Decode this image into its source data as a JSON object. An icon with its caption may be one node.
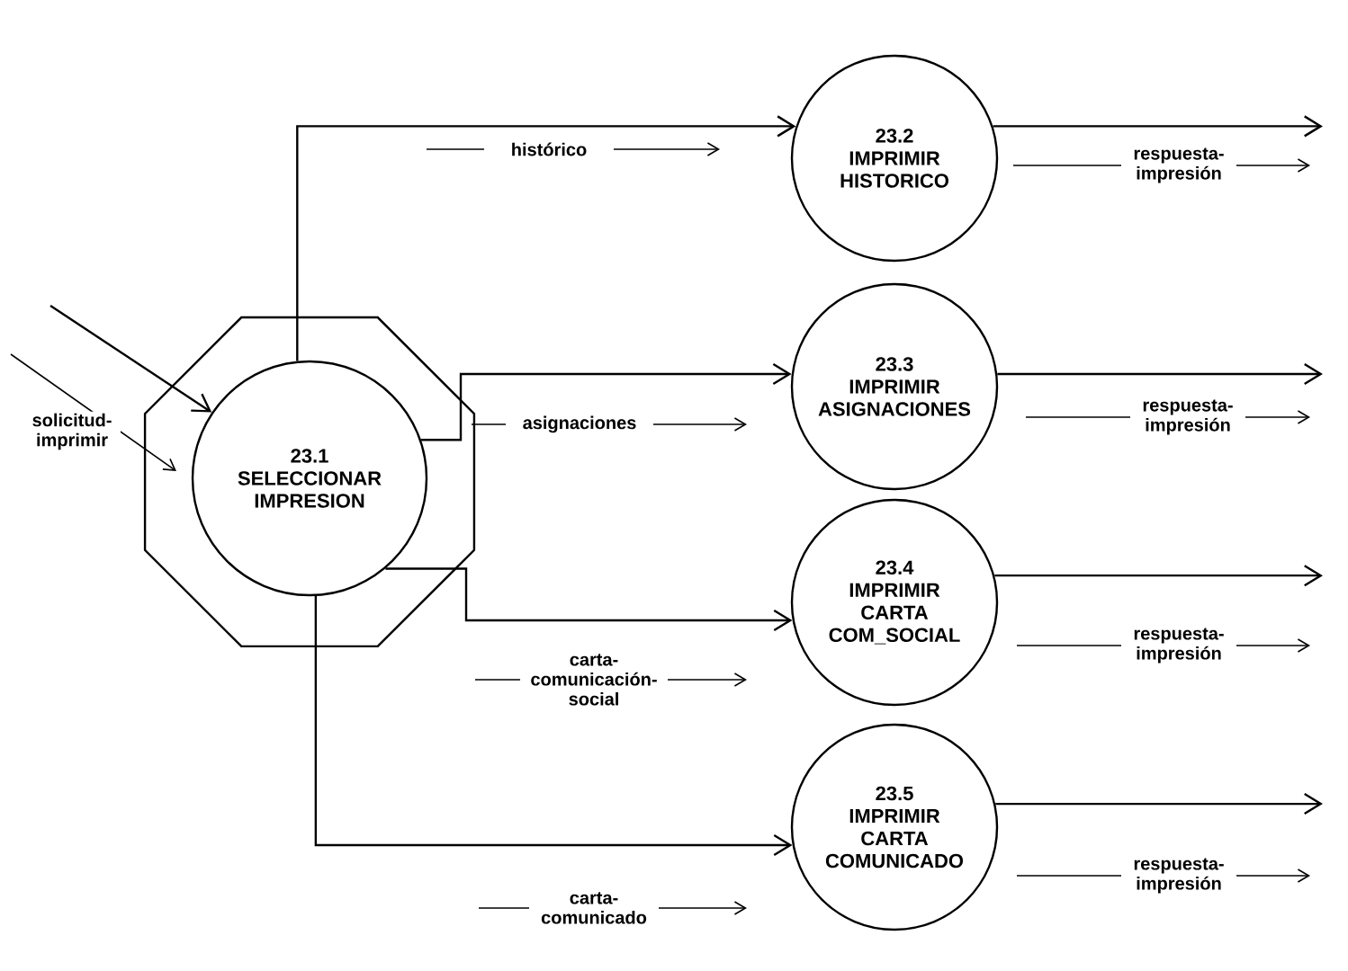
{
  "diagram": {
    "nodes": [
      {
        "text": [],
        "shape": "octagon"
      },
      {
        "text": [
          "23.1",
          "SELECCIONAR IMPRESION"
        ],
        "in": 0
      },
      {
        "text": [
          "23.2",
          "IMPRIMIR HISTORICO"
        ]
      },
      {
        "text": [
          "23.3",
          "IMPRIMIR ASIGNACIONES"
        ]
      },
      {
        "text": [
          "23.4",
          "IMPRIMIR CARTA COM_SOCIAL"
        ]
      },
      {
        "text": [
          "23.5",
          "IMPRIMIR CARTA COMUNICADO"
        ]
      }
    ],
    "edges": [
      {
        "from": null,
        "to": 1,
        "arrow": "to",
        "label": "solicitud-imprimir"
      },
      {
        "from": 1,
        "to": 2,
        "arrow": "to",
        "label": "histórico"
      },
      {
        "from": 1,
        "to": 3,
        "arrow": "to",
        "label": "asignaciones"
      },
      {
        "from": 1,
        "to": 4,
        "arrow": "to",
        "label": "carta-comunicación-social"
      },
      {
        "from": 1,
        "to": 5,
        "arrow": "to",
        "label": "carta-comunicado"
      },
      {
        "from": 2,
        "to": null,
        "arrow": "to",
        "label": "respuesta-impresión"
      },
      {
        "from": 3,
        "to": null,
        "arrow": "to",
        "label": "respuesta-impresión"
      },
      {
        "from": 4,
        "to": null,
        "arrow": "to",
        "label": "respuesta-impresión"
      },
      {
        "from": 5,
        "to": null,
        "arrow": "to",
        "label": "respuesta-impresión"
      }
    ]
  }
}
